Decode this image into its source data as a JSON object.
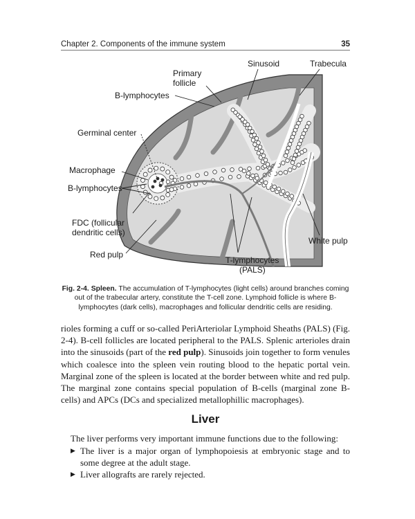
{
  "header": {
    "chapter_title": "Chapter 2. Components of the immune system",
    "page_number": "35"
  },
  "figure": {
    "labels": {
      "sinusoid": "Sinusoid",
      "trabecula": "Trabecula",
      "primary_follicle_1": "Primary",
      "primary_follicle_2": "follicle",
      "b_lymphocytes_top": "B-lymphocytes",
      "germinal_center": "Germinal center",
      "macrophage": "Macrophage",
      "b_lymphocytes_left": "B-lymphocytes",
      "fdc_1": "FDC (follicular",
      "fdc_2": "dendritic cells)",
      "red_pulp": "Red pulp",
      "white_pulp": "White pulp",
      "t_lymphocytes_1": "T-lymphocytes",
      "t_lymphocytes_2": "(PALS)"
    },
    "caption": {
      "label": "Fig. 2-4. Spleen.",
      "text": " The accumulation of T-lymphocytes (light cells) around branches coming out of the trabecular artery, constitute the T-cell zone. Lymphoid follicle is where B-lymphocytes (dark cells), macrophages and follicular dendritic cells are residing."
    },
    "colors": {
      "capsule": "#8a8a8a",
      "parenchyma": "#d9d9d9",
      "white_pulp": "#ececec",
      "vessel": "#7a7a7a",
      "outline": "#333333"
    }
  },
  "body": {
    "paragraph_part1": "rioles forming a cuff or so-called PeriArteriolar Lymphoid Sheaths (PALS) (Fig. 2-4). B-cell follicles are located peripheral to the PALS. Splenic arterioles drain into the sinusoids (part of the ",
    "paragraph_bold": "red pulp",
    "paragraph_part2": "). Sinusoids join together to form venules which coalesce into the spleen vein routing blood to the hepatic portal vein. Marginal zone of the spleen is located at the border between white and red pulp. The marginal zone contains special population of B-cells (marginal zone B-cells) and APCs (DCs and specialized metallophillic macrophages)."
  },
  "section": {
    "title": "Liver",
    "intro": "The liver performs very important immune functions due to the following:",
    "bullets": [
      "The liver is a major organ of lymphopoiesis at embryonic stage and to some degree at the adult stage.",
      "Liver allografts are rarely rejected."
    ],
    "bullet_symbol": "▶"
  }
}
